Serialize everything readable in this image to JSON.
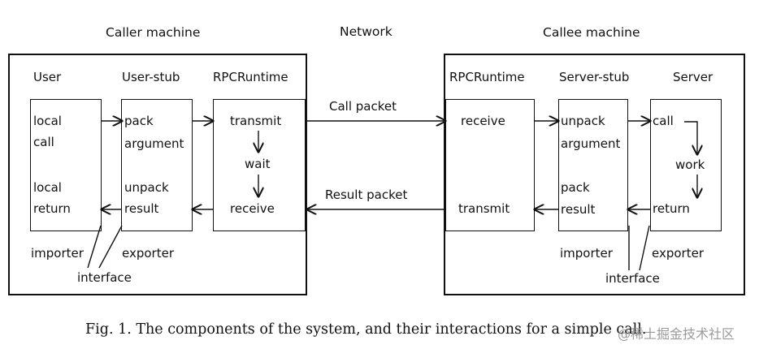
{
  "headers": {
    "caller": "Caller machine",
    "network": "Network",
    "callee": "Callee machine"
  },
  "caller": {
    "user": {
      "title": "User",
      "local_call": [
        "local",
        "call"
      ],
      "local_return": [
        "local",
        "return"
      ]
    },
    "user_stub": {
      "title": "User-stub",
      "pack": [
        "pack",
        "argument"
      ],
      "unpack": [
        "unpack",
        "result"
      ]
    },
    "runtime": {
      "title": "RPCRuntime",
      "transmit": "transmit",
      "wait": "wait",
      "receive": "receive"
    },
    "importer": "importer",
    "exporter": "exporter",
    "interface": "interface"
  },
  "network": {
    "call_packet": "Call packet",
    "result_packet": "Result packet"
  },
  "callee": {
    "runtime": {
      "title": "RPCRuntime",
      "receive": "receive",
      "transmit": "transmit"
    },
    "server_stub": {
      "title": "Server-stub",
      "unpack": [
        "unpack",
        "argument"
      ],
      "pack": [
        "pack",
        "result"
      ]
    },
    "server": {
      "title": "Server",
      "call": "call",
      "work": "work",
      "return": "return"
    },
    "importer": "importer",
    "exporter": "exporter",
    "interface": "interface"
  },
  "caption": "Fig. 1.   The components of the system, and their interactions for a simple call.",
  "watermark": "@稀土掘金技术社区"
}
